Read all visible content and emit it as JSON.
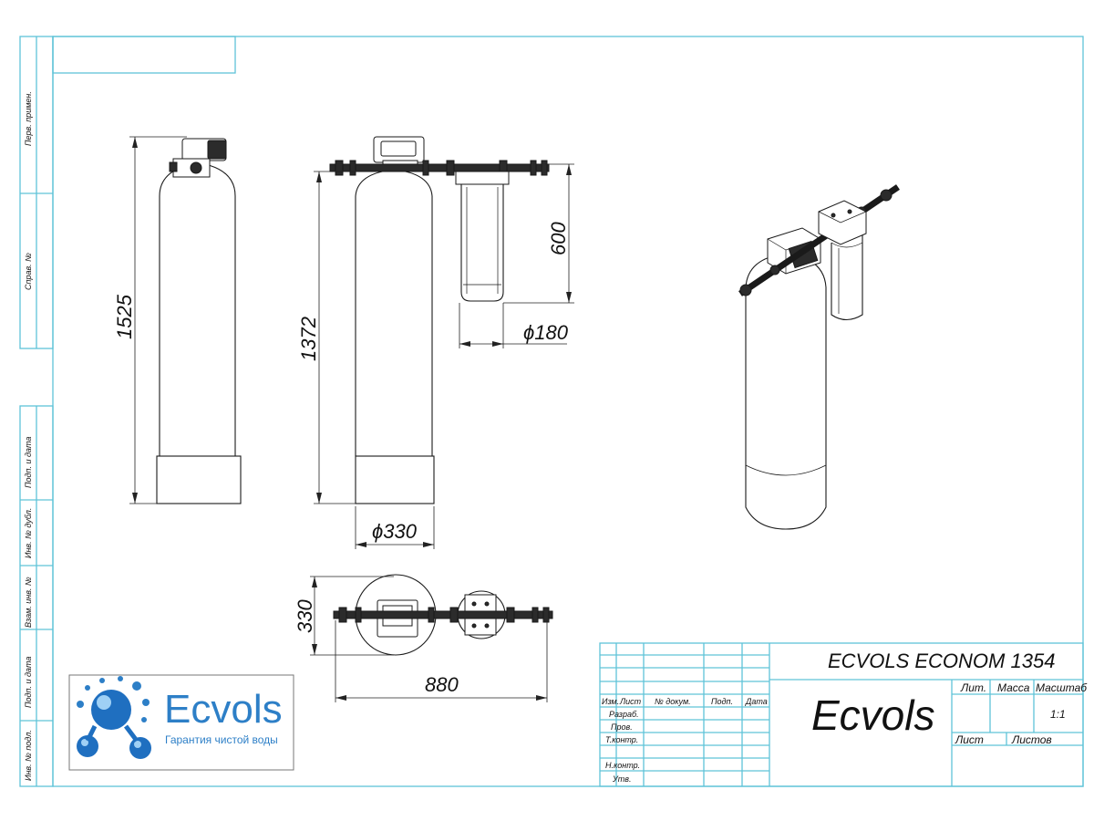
{
  "side_stamp": {
    "perv_primen": "Перв. примен.",
    "sprav": "Справ. №",
    "podp_data_1": "Подп. и дата",
    "inv_dubl": "Инв. № дубл.",
    "vzam_inv": "Взам. инв. №",
    "podp_data_2": "Подп. и дата",
    "inv_podl": "Инв. № подл."
  },
  "dimensions": {
    "height_total": "1525",
    "height_tank": "1372",
    "filter_height": "600",
    "filter_diameter": "ϕ180",
    "tank_diameter": "ϕ330",
    "top_depth": "330",
    "top_width": "880"
  },
  "logo": {
    "brand": "Ecvols",
    "tagline": "Гарантия чистой воды"
  },
  "title_block": {
    "product_name": "ECVOLS ECONOM 1354",
    "company": "Ecvols",
    "col_izm": "Изм.",
    "col_list": "Лист",
    "col_doc": "№ докум.",
    "col_podp": "Подп.",
    "col_data": "Дата",
    "row_razrab": "Разраб.",
    "row_prov": "Пров.",
    "row_tkontr": "Т.контр.",
    "row_nkontr": "Н.контр.",
    "row_utv": "Утв.",
    "lit": "Лит.",
    "massa": "Масса",
    "masshtab": "Масштаб",
    "scale_value": "1:1",
    "list": "Лист",
    "listov": "Листов"
  },
  "colors": {
    "frame": "#5fc3d8",
    "ink": "#1a1a1a",
    "logo_blue": "#1f6fc0",
    "logo_text": "#2d7fc7"
  }
}
